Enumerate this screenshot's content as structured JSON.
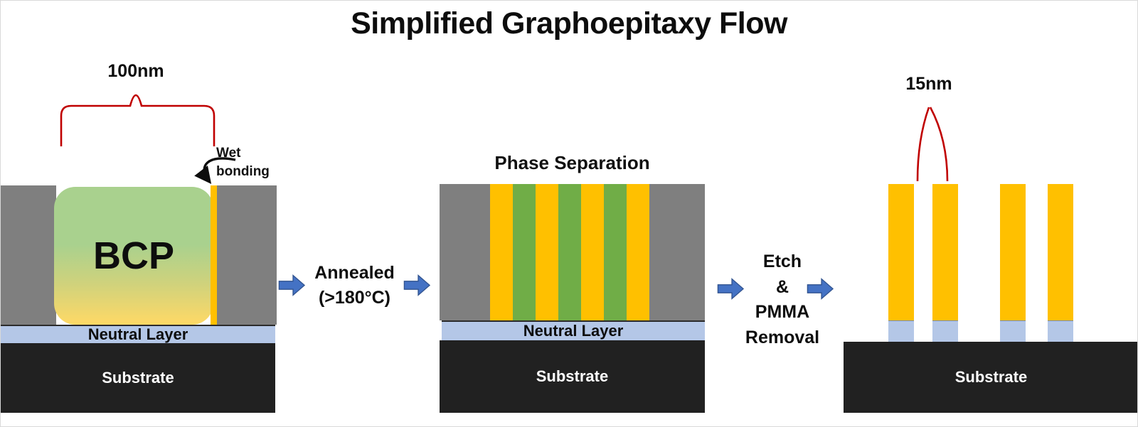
{
  "title": "Simplified Graphoepitaxy Flow",
  "colors": {
    "wall_gray": "#7f7f7f",
    "bcp_green_top": "#a9d18e",
    "bcp_yellow_bottom": "#ffd966",
    "stripe_yellow": "#ffc000",
    "stripe_green": "#70ad47",
    "neutral_blue": "#b4c7e7",
    "substrate_dark": "#212121",
    "arrow_blue": "#4472c4",
    "annotation_red": "#c00000"
  },
  "panel_initial": {
    "width_label": "100nm",
    "wet_bonding_line1": "Wet",
    "wet_bonding_line2": "bonding",
    "bcp_label": "BCP",
    "neutral_layer_label": "Neutral Layer",
    "substrate_label": "Substrate"
  },
  "arrow_anneal": {
    "line1": "Annealed",
    "line2": "(>180°C)"
  },
  "panel_phase": {
    "title": "Phase Separation",
    "stripes": [
      "yellow",
      "green",
      "yellow",
      "green",
      "yellow",
      "green",
      "yellow"
    ],
    "neutral_layer_label": "Neutral Layer",
    "substrate_label": "Substrate"
  },
  "arrow_etch": {
    "line1": "Etch",
    "line2": "&",
    "line3": "PMMA",
    "line4": "Removal"
  },
  "panel_final": {
    "gap_label": "15nm",
    "substrate_label": "Substrate"
  }
}
